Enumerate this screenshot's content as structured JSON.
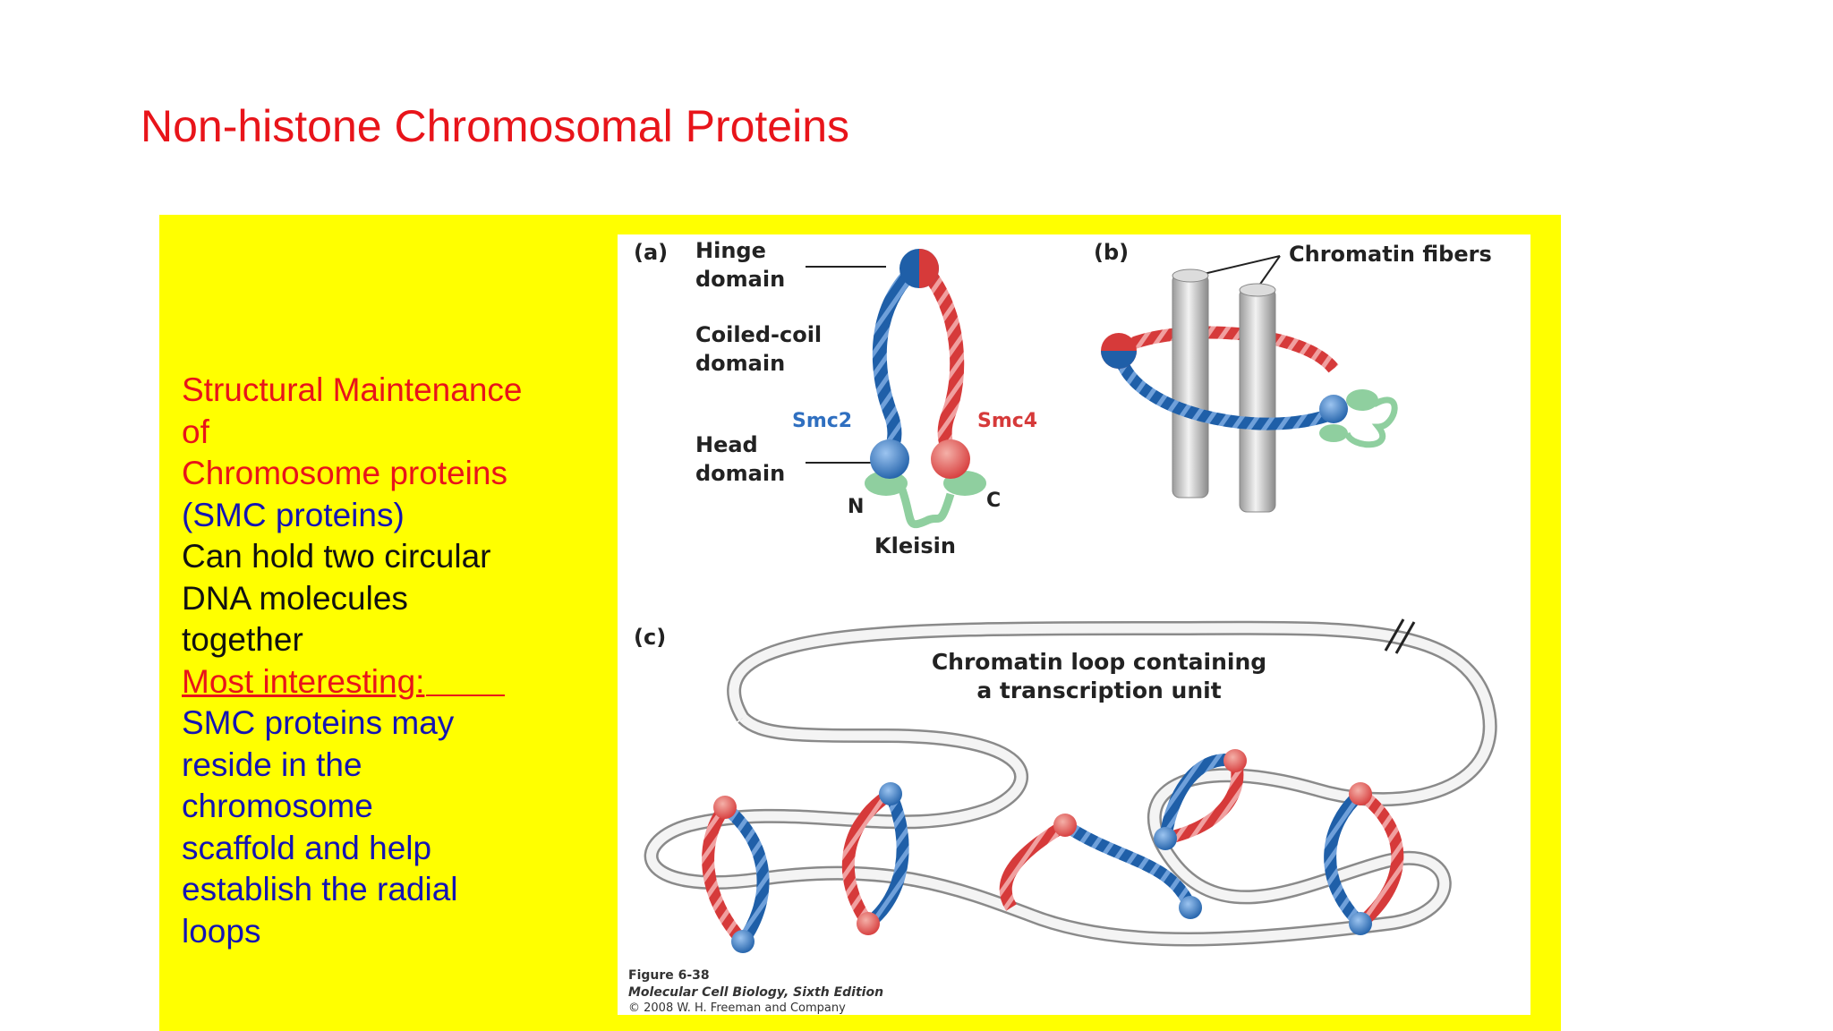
{
  "slide": {
    "title": "Non-histone Chromosomal Proteins"
  },
  "text_block": {
    "lines": [
      {
        "text": "Structural Maintenance",
        "color": "#e8141a"
      },
      {
        "text": "of",
        "color": "#e8141a"
      },
      {
        "text": "Chromosome proteins",
        "color": "#e8141a"
      },
      {
        "text": "(SMC proteins)",
        "color": "#1414b4"
      },
      {
        "text": "Can hold two circular",
        "color": "#111111"
      },
      {
        "text": "DNA molecules",
        "color": "#111111"
      },
      {
        "text": "together",
        "color": "#111111"
      },
      {
        "text": "Most interesting:",
        "color": "#e8141a"
      },
      {
        "text": "SMC proteins may",
        "color": "#1414b4"
      },
      {
        "text": "reside in the",
        "color": "#1414b4"
      },
      {
        "text": "chromosome",
        "color": "#1414b4"
      },
      {
        "text": "scaffold and help",
        "color": "#1414b4"
      },
      {
        "text": "establish the radial",
        "color": "#1414b4"
      },
      {
        "text": "loops",
        "color": "#1414b4"
      }
    ]
  },
  "figure": {
    "panel_a": {
      "letter": "(a)",
      "hinge_1": "Hinge",
      "hinge_2": "domain",
      "coil_1": "Coiled-coil",
      "coil_2": "domain",
      "head_1": "Head",
      "head_2": "domain",
      "smc2": "Smc2",
      "smc4": "Smc4",
      "n_term": "N",
      "c_term": "C",
      "kleisin": "Kleisin"
    },
    "panel_b": {
      "letter": "(b)",
      "chromatin_fibers": "Chromatin fibers"
    },
    "panel_c": {
      "letter": "(c)",
      "loop_1": "Chromatin loop containing",
      "loop_2": "a transcription unit"
    },
    "caption": {
      "line1": "Figure 6-38",
      "line2": "Molecular Cell Biology, Sixth Edition",
      "line3": "© 2008 W. H. Freeman and Company"
    },
    "colors": {
      "smc2_blue": "#1f5fa8",
      "smc4_red": "#d63a3a",
      "kleisin_green": "#8fcf9f",
      "fiber_gray": "#c8c8c8"
    }
  }
}
